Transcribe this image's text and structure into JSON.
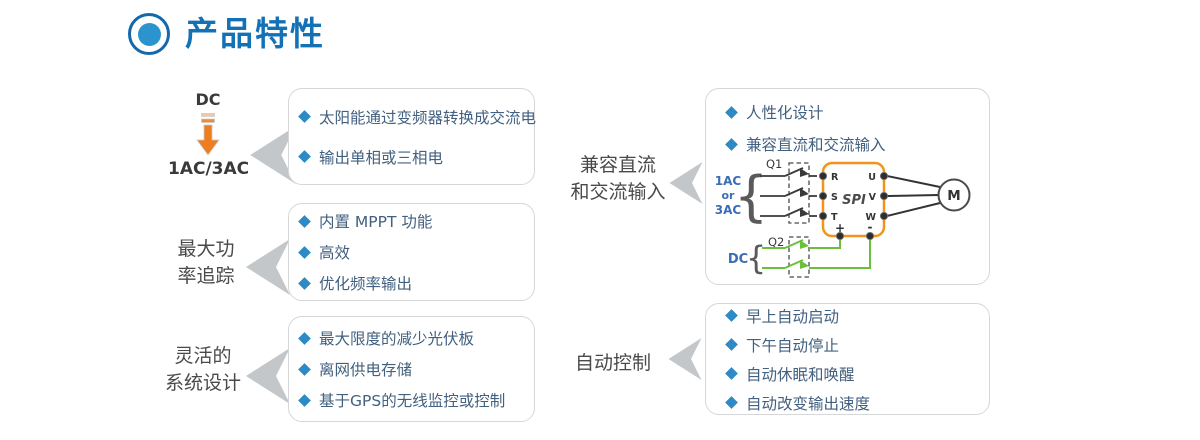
{
  "title": "产品特性",
  "dc_flow": {
    "from": "DC",
    "to": "1AC/3AC"
  },
  "groups": [
    {
      "name": "dc-to-ac-conversion",
      "label_lines": [],
      "items": [
        "太阳能通过变频器转换成交流电",
        "输出单相或三相电"
      ]
    },
    {
      "name": "max-power-tracking",
      "label_lines": [
        "最大功",
        "率追踪"
      ],
      "items": [
        "内置 MPPT 功能",
        "高效",
        "优化频率输出"
      ]
    },
    {
      "name": "flexible-system-design",
      "label_lines": [
        "灵活的",
        "系统设计"
      ],
      "items": [
        "最大限度的减少光伏板",
        "离网供电存储",
        "基于GPS的无线监控或控制"
      ]
    },
    {
      "name": "dc-ac-input-compatible",
      "label_lines": [
        "兼容直流",
        "和交流输入"
      ],
      "items": [
        "人性化设计",
        "兼容直流和交流输入"
      ]
    },
    {
      "name": "automatic-control",
      "label_lines": [
        "自动控制"
      ],
      "items": [
        "早上自动启动",
        "下午自动停止",
        "自动休眠和唤醒",
        "自动改变输出速度"
      ]
    }
  ],
  "diagram": {
    "q1_label": "Q1",
    "q2_label": "Q2",
    "ac_source_lines": [
      "1AC",
      "or",
      "3AC"
    ],
    "dc_source_label": "DC",
    "inverter_label": "SPI",
    "input_terminals": [
      "R",
      "S",
      "T"
    ],
    "output_terminals": [
      "U",
      "V",
      "W"
    ],
    "dc_terminal_labels": [
      "+",
      "-"
    ],
    "motor_label": "M",
    "brace": "{"
  },
  "colors": {
    "title_blue": "#1371b6",
    "bullet_blue": "#2e8ac5",
    "item_text_blue": "#42607f",
    "label_gray": "#4a4a4a",
    "chevron_gray": "#c3c7c9",
    "inverter_orange": "#f0941e",
    "dc_wire_green": "#6cbf3e",
    "dc_arrow_orange": "#ed7d1f",
    "box_border_gray": "#d5d7d9",
    "source_label_blue": "#3a6db5"
  }
}
